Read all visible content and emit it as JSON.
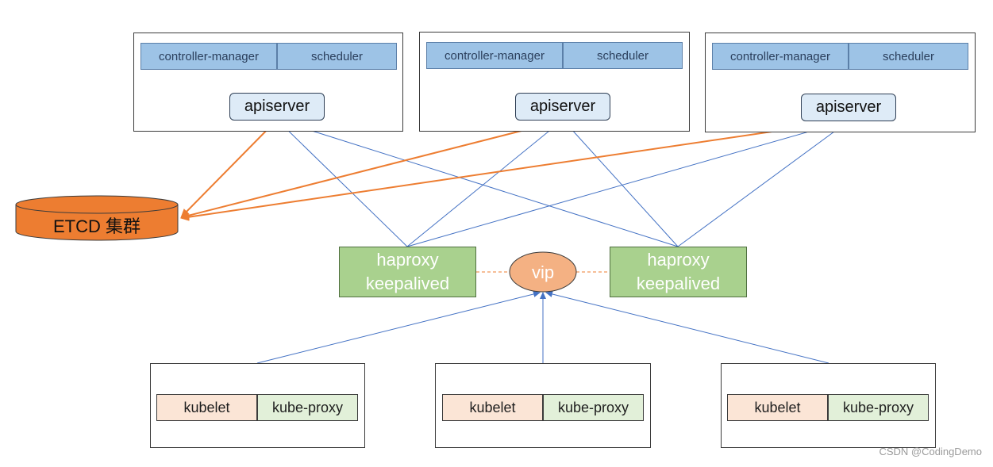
{
  "masters": [
    {
      "controller_manager": "controller-manager",
      "scheduler": "scheduler",
      "apiserver": "apiserver"
    },
    {
      "controller_manager": "controller-manager",
      "scheduler": "scheduler",
      "apiserver": "apiserver"
    },
    {
      "controller_manager": "controller-manager",
      "scheduler": "scheduler",
      "apiserver": "apiserver"
    }
  ],
  "etcd": {
    "label": "ETCD 集群"
  },
  "lb": [
    {
      "line1": "haproxy",
      "line2": "keepalived"
    },
    {
      "line1": "haproxy",
      "line2": "keepalived"
    }
  ],
  "vip": {
    "label": "vip"
  },
  "workers": [
    {
      "kubelet": "kubelet",
      "kube_proxy": "kube-proxy"
    },
    {
      "kubelet": "kubelet",
      "kube_proxy": "kube-proxy"
    },
    {
      "kubelet": "kubelet",
      "kube_proxy": "kube-proxy"
    }
  ],
  "watermark": "CSDN @CodingDemo",
  "colors": {
    "blue_arrow": "#4472c4",
    "orange_arrow": "#ed7d31",
    "etcd_fill": "#ed7d31",
    "vip_fill": "#f4b183",
    "dashed_link": "#ed7d31"
  }
}
